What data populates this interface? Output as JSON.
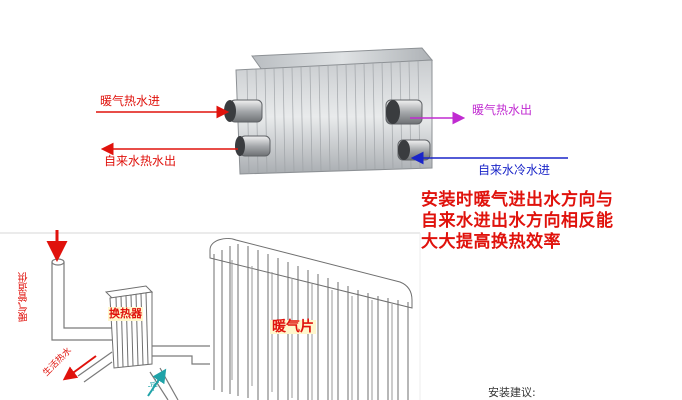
{
  "labels": {
    "heating_in": "暖气热水进",
    "tap_hot_out": "自来水热水出",
    "heating_out": "暖气热水出",
    "tap_cold_in": "自来水冷水进"
  },
  "warning": {
    "line1": "安装时暖气进出水方向与",
    "line2": "自来水进出水方向相反能",
    "line3": "大大提高换热效率"
  },
  "diagram": {
    "heating_supply": "暖气管道供",
    "exchanger": "换热器",
    "radiator": "暖气片",
    "domestic_hot": "生活热水",
    "cold_water": "冷水",
    "install_advice": "安装建议:"
  },
  "colors": {
    "red": "#e0120c",
    "magenta": "#c02bd1",
    "blue": "#1a25c8",
    "teal": "#20a3a8"
  }
}
